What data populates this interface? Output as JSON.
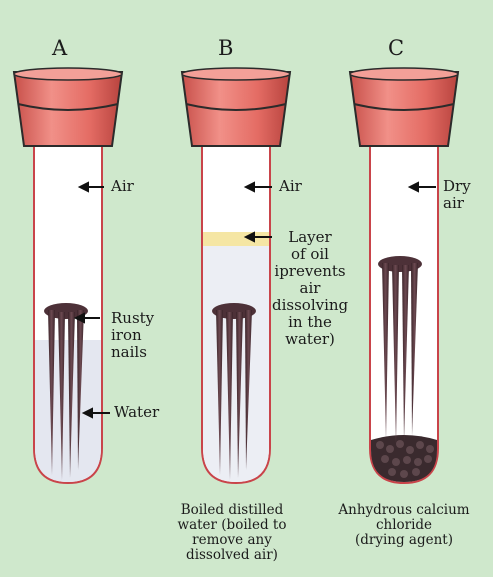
{
  "tubes": [
    {
      "letter": "A",
      "top_label": "Air",
      "labels": [
        "Rusty",
        "iron",
        "nails"
      ],
      "water_label": "Water"
    },
    {
      "letter": "B",
      "top_label": "Air",
      "oil_label": [
        "Layer",
        "of oil",
        "iprevents",
        "air",
        "dissolving",
        "in the",
        "water)"
      ],
      "caption": [
        "Boiled distilled",
        "water (boiled to",
        "remove any",
        "dissolved air)"
      ]
    },
    {
      "letter": "C",
      "top_label": [
        "Dry",
        "air"
      ],
      "caption": [
        "Anhydrous calcium",
        "chloride",
        "(drying agent)"
      ]
    }
  ],
  "colors": {
    "background": "#cfe8cc",
    "stopper": "#e8736c",
    "stopper_dark": "#c44d49",
    "tube": "#ffffff",
    "nail": "#4d3138",
    "water": "#dfe3ee",
    "oil": "#f4e39a",
    "calcium": "#3a2a2e"
  }
}
